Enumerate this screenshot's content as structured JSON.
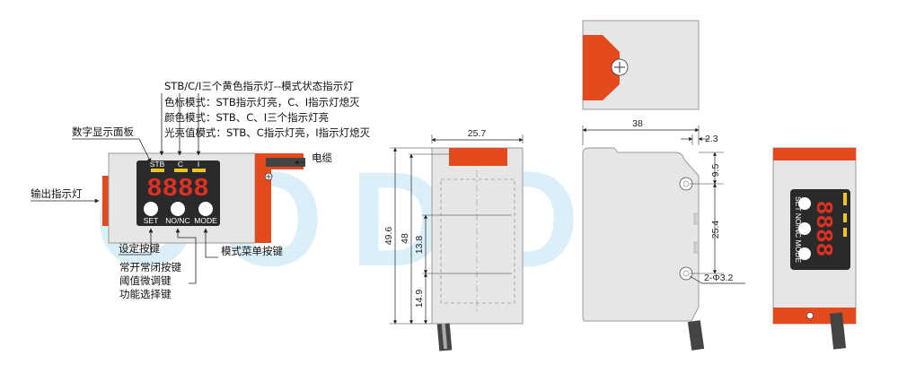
{
  "watermark": "CODON",
  "labels": {
    "indicator_title": "STB/C/I三个黄色指示灯--模式状态指示灯",
    "mode_mark": "色标模式：STB指示灯亮，C、I指示灯熄灭",
    "mode_color": "颜色模式：STB、C、I三个指示灯亮",
    "mode_light": "光亮值模式：STB、C指示灯亮，I指示灯熄灭",
    "digital_panel": "数字显示面板",
    "cable": "电缆",
    "output_indicator": "输出指示灯",
    "set_key": "设定按键",
    "mode_menu_key": "模式菜单按键",
    "nonc_line1": "常开常闭按键",
    "nonc_line2": "阈值微调键",
    "nonc_line3": "功能选择键"
  },
  "panel": {
    "ind_stb": "STB",
    "ind_c": "C",
    "ind_i": "I",
    "display": "8888",
    "btn_set": "SET",
    "btn_nonc": "NO/NC",
    "btn_mode": "MODE"
  },
  "dimensions": {
    "width_front": "25.7",
    "height_total": "49.6",
    "height_48": "48",
    "d_13_8": "13.8",
    "d_14_9": "14.9",
    "length_38": "38",
    "d_2_3": "2.3",
    "d_9_5": "9.5",
    "d_25_4": "25.4",
    "holes": "2-Φ3.2"
  },
  "colors": {
    "housing": "#e6e6e6",
    "accent": "#e34a1e",
    "display_bg": "#2a2a2a",
    "segment": "#e03022",
    "indicator": "#f2c51e",
    "watermark": "#bfe3f4"
  }
}
